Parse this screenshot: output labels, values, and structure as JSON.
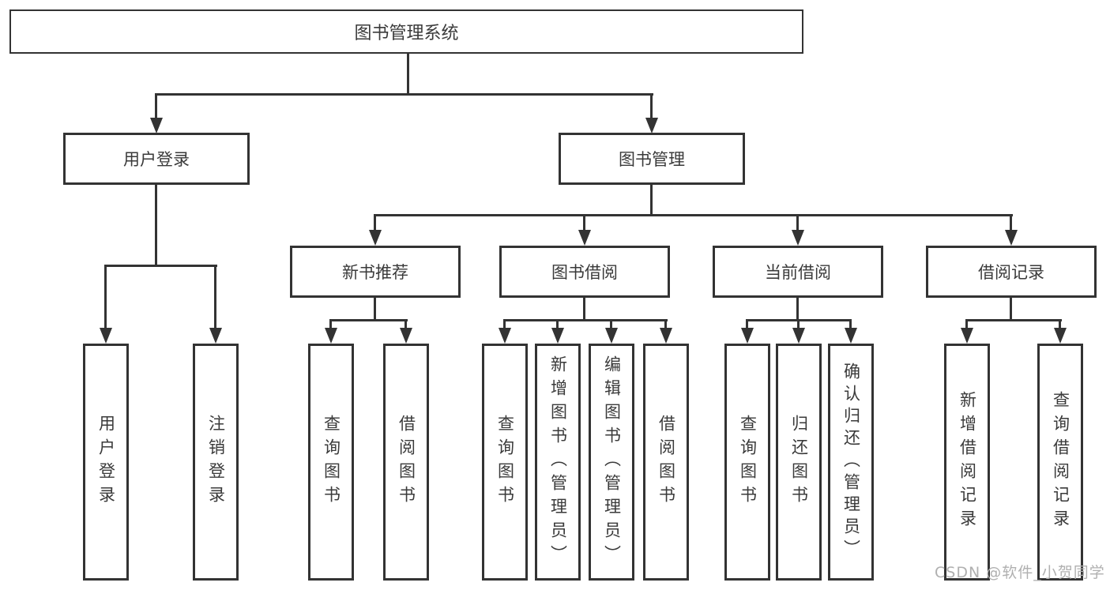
{
  "diagram_title": "图书管理系统",
  "tree": {
    "root": {
      "label": "图书管理系统"
    },
    "children": [
      {
        "label": "用户登录",
        "children": [
          {
            "label": "用户登录"
          },
          {
            "label": "注销登录"
          }
        ]
      },
      {
        "label": "图书管理",
        "children": [
          {
            "label": "新书推荐",
            "children": [
              {
                "label": "查询图书"
              },
              {
                "label": "借阅图书"
              }
            ]
          },
          {
            "label": "图书借阅",
            "children": [
              {
                "label": "查询图书"
              },
              {
                "label": "新增图书（管理员）"
              },
              {
                "label": "编辑图书（管理员）"
              },
              {
                "label": "借阅图书"
              }
            ]
          },
          {
            "label": "当前借阅",
            "children": [
              {
                "label": "查询图书"
              },
              {
                "label": "归还图书"
              },
              {
                "label": "确认归还（管理员）"
              }
            ]
          },
          {
            "label": "借阅记录",
            "children": [
              {
                "label": "新增借阅记录"
              },
              {
                "label": "查询借阅记录"
              }
            ]
          }
        ]
      }
    ]
  },
  "watermark": "CSDN @软件_小贺同学",
  "colors": {
    "line": "#333333",
    "text": "#3a3a3a",
    "watermark": "#b0b0b0",
    "background": "#ffffff"
  }
}
